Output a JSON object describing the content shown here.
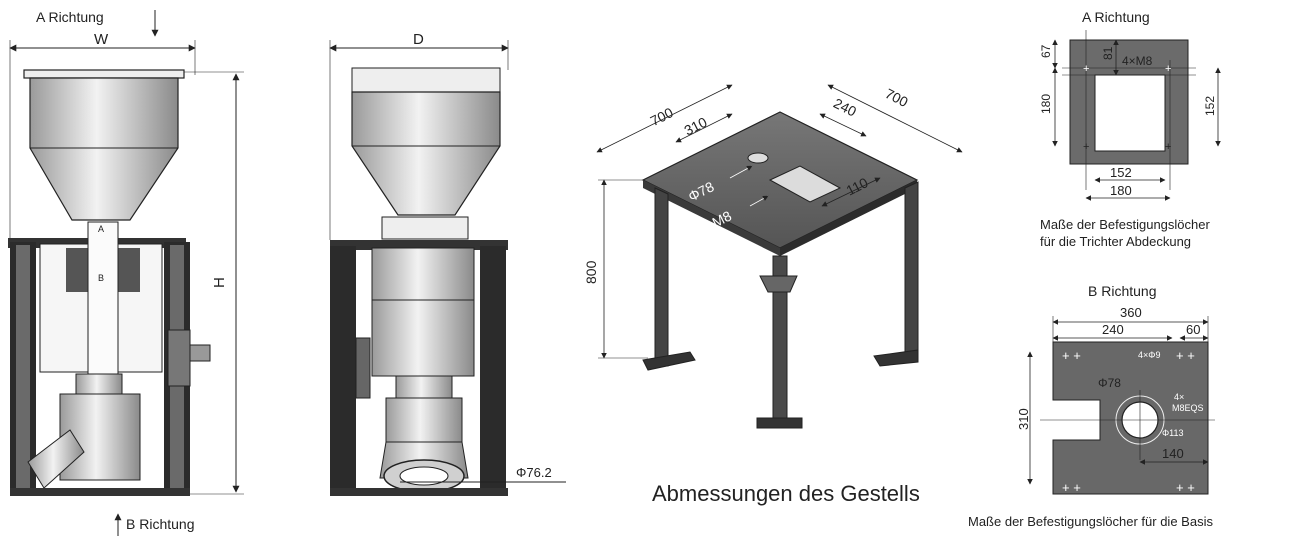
{
  "front_view": {
    "top_direction": "A Richtung",
    "bottom_direction": "B Richtung",
    "width_label": "W",
    "height_label": "H",
    "section_a": "A",
    "section_b": "B"
  },
  "side_view": {
    "depth_label": "D",
    "outlet_diameter": "Φ76.2"
  },
  "stand": {
    "width_left": "700",
    "width_right": "700",
    "hole_offset": "310",
    "slot_offset": "240",
    "slot_width": "110",
    "hole_diameter": "Φ78",
    "thread": "M8",
    "height": "800",
    "caption": "Abmessungen des Gestells"
  },
  "a_detail": {
    "title": "A Richtung",
    "dim_67": "67",
    "dim_81": "81",
    "dim_180_left": "180",
    "dim_152_right": "152",
    "dim_152_bottom": "152",
    "dim_180_bottom": "180",
    "holes": "4×M8",
    "caption_line1": "Maße der Befestigungslöcher",
    "caption_line2": "für die Trichter Abdeckung"
  },
  "b_detail": {
    "title": "B Richtung",
    "dim_360": "360",
    "dim_240": "240",
    "dim_60": "60",
    "dim_310": "310",
    "dim_140": "140",
    "holes_small": "4×Φ9",
    "hole_dia": "Φ78",
    "thread_line1": "4×",
    "thread_line2": "M8EQS",
    "pcd": "Φ113",
    "caption": "Maße der Befestigungslöcher für die Basis"
  }
}
